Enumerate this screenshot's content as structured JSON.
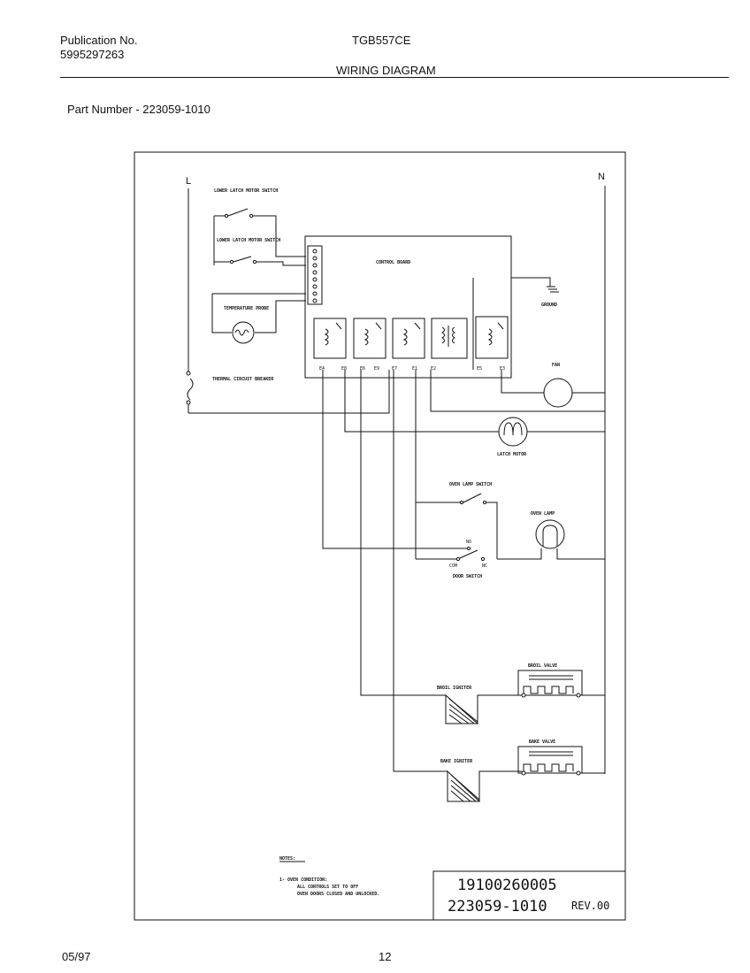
{
  "header": {
    "publication_label": "Publication No.",
    "publication_number": "5995297263",
    "model": "TGB557CE",
    "title": "WIRING DIAGRAM",
    "part_number": "Part Number - 223059-1010"
  },
  "diagram": {
    "line_label": "L",
    "neutral_label": "N",
    "lower_latch_switch": "LOWER LATCH MOTOR SWITCH",
    "latch_motor_switch": "LOWER LATCH MOTOR SWITCH",
    "temperature_probe": "TEMPERATURE PROBE",
    "thermal_breaker": "THERMAL CIRCUIT BREAKER",
    "control_board": "CONTROL BOARD",
    "ground": "GROUND",
    "fan": "FAN",
    "latch_motor": "LATCH MOTOR",
    "oven_lamp_switch": "OVEN LAMP SWITCH",
    "oven_lamp": "OVEN LAMP",
    "door_switch": "DOOR SWITCH",
    "no_label": "NO",
    "com_label": "COM",
    "nc_label": "NC",
    "broil_valve": "BROIL VALVE",
    "broil_igniter": "BROIL IGNITER",
    "bake_valve": "BAKE VALVE",
    "bake_igniter": "BAKE IGNITER",
    "pins": [
      "E4",
      "E8",
      "E6",
      "E9",
      "E7",
      "E1",
      "E2",
      "E5",
      "E3"
    ],
    "notes_title": "NOTES:",
    "notes_line1": "1- OVEN CONDITION:",
    "notes_line2": "ALL CONTROLS SET TO OFF",
    "notes_line3": "OVEN DOORS CLOSED AND UNLOCKED.",
    "code": "19100260005",
    "drawing_number": "223059-1010",
    "revision": "REV.00"
  },
  "footer": {
    "date": "05/97",
    "page": "12"
  }
}
